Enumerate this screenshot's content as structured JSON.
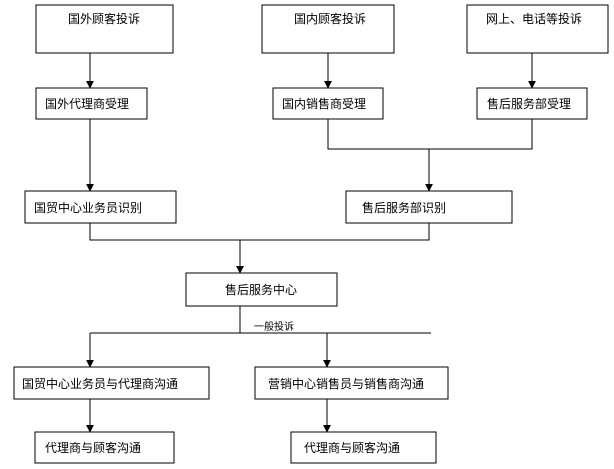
{
  "nodes": {
    "foreign_complaint": "国外顾客投诉",
    "domestic_complaint": "国内顾客投诉",
    "online_phone_complaint": "网上、电话等投诉",
    "foreign_agent_accept": "国外代理商受理",
    "domestic_sales_accept": "国内销售商受理",
    "after_sales_accept": "售后服务部受理",
    "trade_center_identify": "国贸中心业务员识别",
    "after_sales_identify": "售后服务部识别",
    "service_center": "售后服务中心",
    "trade_center_agent_comm": "国贸中心业务员与代理商沟通",
    "marketing_center_comm": "营销中心销售员与销售商沟通",
    "agent_customer_comm_left": "代理商与顾客沟通",
    "agent_customer_comm_right": "代理商与顾客沟通"
  },
  "edge_labels": {
    "general_complaint": "一般投诉"
  }
}
